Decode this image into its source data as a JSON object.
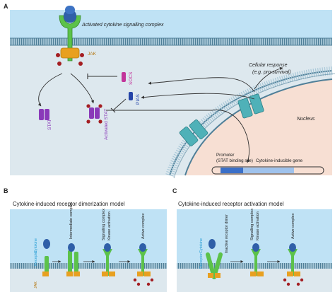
{
  "panels": {
    "a": {
      "label": "A",
      "complex_label": "Activated cytokine signalling complex",
      "jak": "JAK",
      "stat": "STAT",
      "activated_stat": "Activated STAT",
      "socs": "SOCS",
      "pias": "PIAS",
      "response_line1": "Cellular response",
      "response_line2": "(e.g. pro-survival)",
      "nucleus": "Nucleus",
      "promoter_line1": "Promoter",
      "promoter_line2": "(STAT binding site)",
      "gene": "Cytokine-inducible gene"
    },
    "b": {
      "label": "B",
      "title": "Cytokine-induced receptor dimerization model",
      "cytokine": "Cytokine",
      "receptor": "Receptor",
      "jak": "JAK",
      "intermediate": "Intermediate complex",
      "signalling": "Signalling complex",
      "kinase": "Kinase activation",
      "active": "Active complex"
    },
    "c": {
      "label": "C",
      "title": "Cytokine-induced receptor activation model",
      "cytokine": "Cytokine",
      "receptor": "Receptor",
      "inactive": "Inactive receptor dimer",
      "signalling": "Signalling complex",
      "kinase": "Kinase activation",
      "active": "Active complex"
    }
  },
  "colors": {
    "cytoplasm": "#dde8ee",
    "extracellular": "#bfe2f5",
    "membrane": "#5b8fa8",
    "nucleus": "#f7dfd3",
    "receptor": "#5cc24a",
    "cytokine": "#2f5fa8",
    "jak": "#e8a020",
    "phospho": "#a41e22",
    "stat": "#8a3ab9",
    "socs": "#c2359a",
    "pias": "#2343a8",
    "pore": "#4fb1b8"
  }
}
